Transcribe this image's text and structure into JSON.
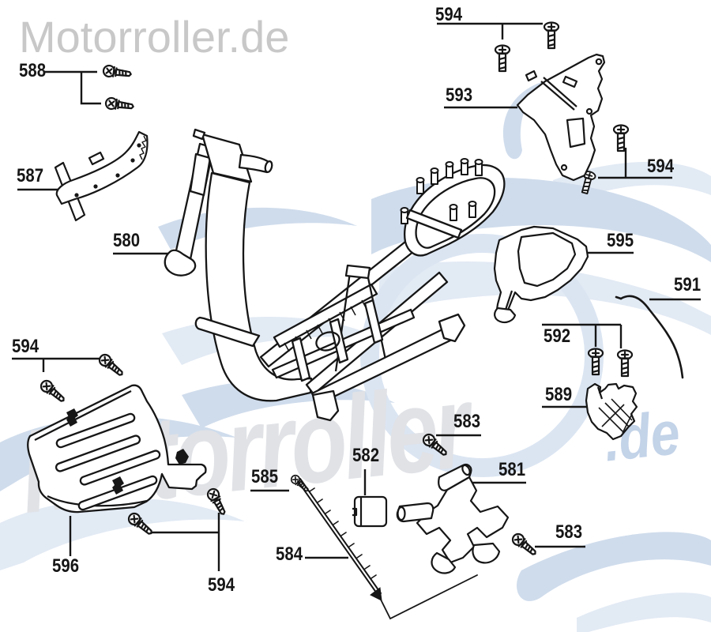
{
  "logo": {
    "text": "Motorroller.de"
  },
  "watermark": {
    "brand": "Motorroller",
    "tld": ".de",
    "brand_color": "#e0e2e6",
    "tld_color": "#c3d3e8",
    "swoosh_color": "#cfdcec",
    "swoosh_color_light": "#e2eaf4",
    "logo_color": "#c8c8c8"
  },
  "diagram": {
    "ink_color": "#161616",
    "parts_shown": [
      "580",
      "581",
      "582",
      "583",
      "584",
      "585",
      "587",
      "588",
      "589",
      "591",
      "592",
      "593",
      "594",
      "595",
      "596"
    ],
    "callouts": [
      {
        "id": "callout-594-top",
        "text": "594"
      },
      {
        "id": "callout-588",
        "text": "588"
      },
      {
        "id": "callout-593",
        "text": "593"
      },
      {
        "id": "callout-594-right",
        "text": "594"
      },
      {
        "id": "callout-587",
        "text": "587"
      },
      {
        "id": "callout-580",
        "text": "580"
      },
      {
        "id": "callout-595",
        "text": "595"
      },
      {
        "id": "callout-591",
        "text": "591"
      },
      {
        "id": "callout-594-left",
        "text": "594"
      },
      {
        "id": "callout-592",
        "text": "592"
      },
      {
        "id": "callout-589",
        "text": "589"
      },
      {
        "id": "callout-583-upper",
        "text": "583"
      },
      {
        "id": "callout-581",
        "text": "581"
      },
      {
        "id": "callout-583-lower",
        "text": "583"
      },
      {
        "id": "callout-585",
        "text": "585"
      },
      {
        "id": "callout-582",
        "text": "582"
      },
      {
        "id": "callout-584",
        "text": "584"
      },
      {
        "id": "callout-596",
        "text": "596"
      },
      {
        "id": "callout-594-bottom",
        "text": "594"
      }
    ]
  }
}
